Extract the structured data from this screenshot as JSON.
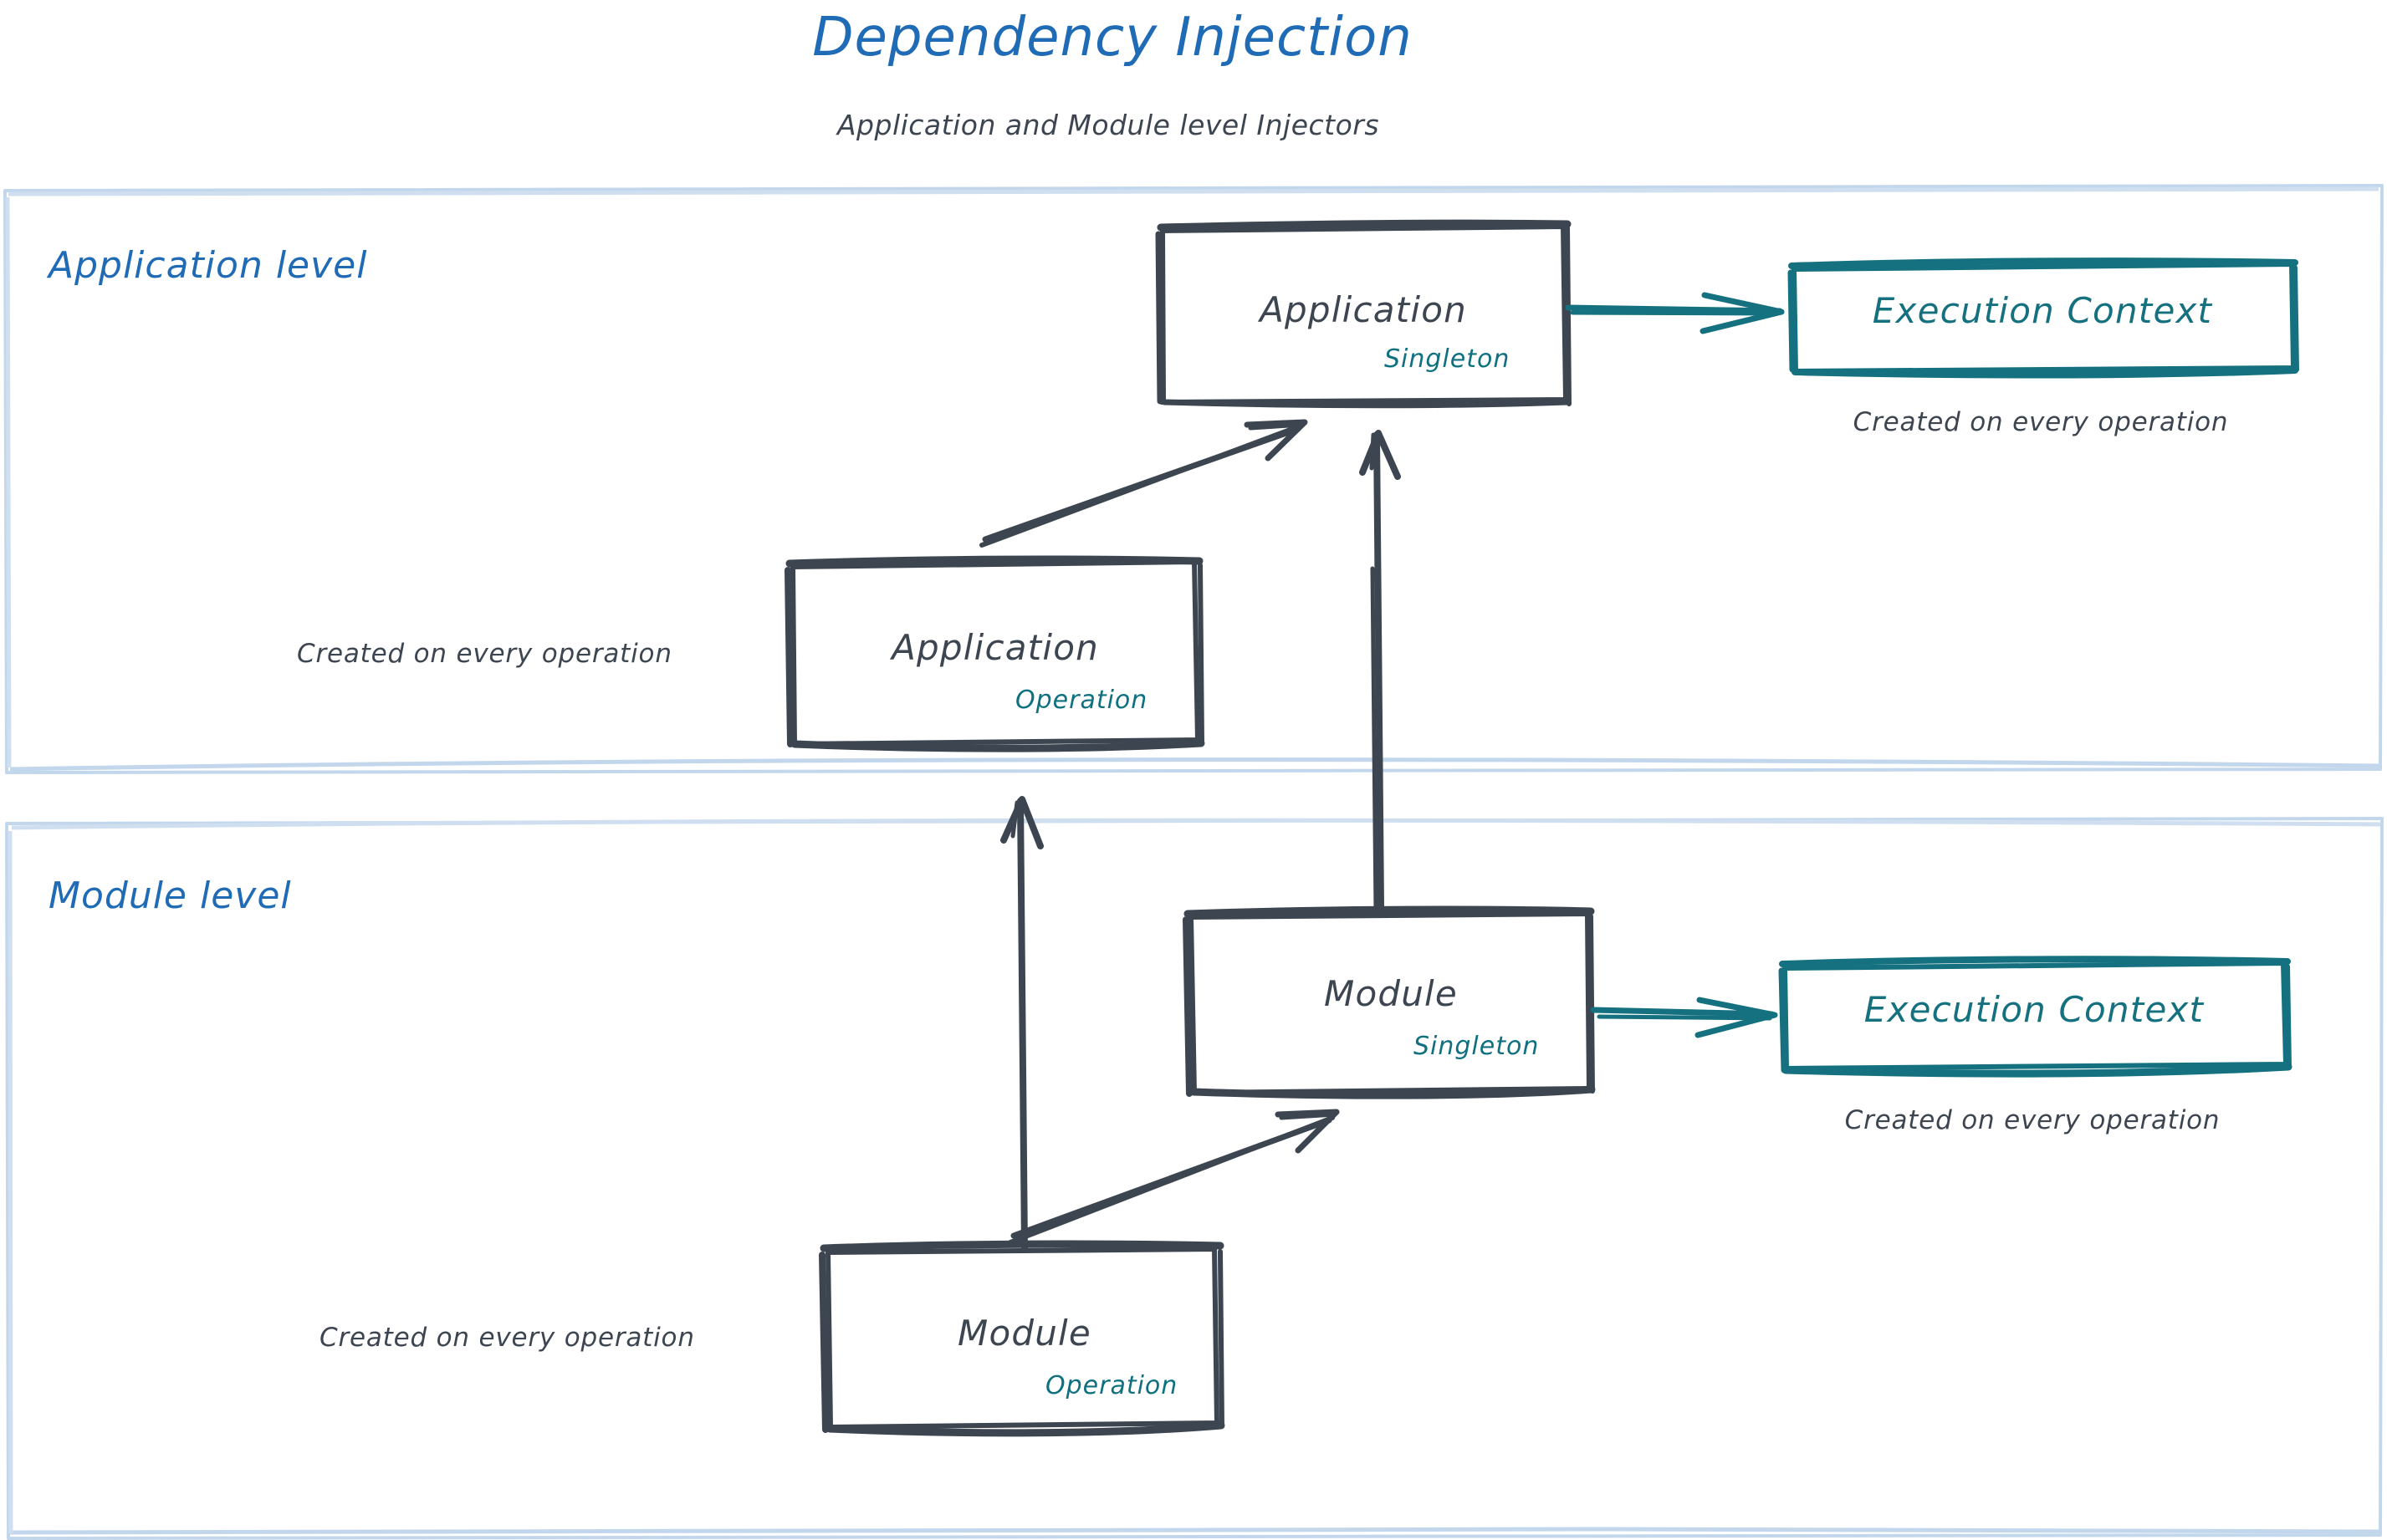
{
  "header": {
    "title": "Dependency Injection",
    "subtitle": "Application and Module level Injectors"
  },
  "colors": {
    "title_blue": "#1f6bb5",
    "panel_border": "#c3d7ec",
    "ink_dark": "#3d4650",
    "teal": "#15717f",
    "background": "#ffffff"
  },
  "panels": [
    {
      "id": "application-level",
      "label": "Application level"
    },
    {
      "id": "module-level",
      "label": "Module level"
    }
  ],
  "nodes": {
    "application_singleton": {
      "title": "Application",
      "scope": "Singleton"
    },
    "application_operation": {
      "title": "Application",
      "scope": "Operation"
    },
    "module_singleton": {
      "title": "Module",
      "scope": "Singleton"
    },
    "module_operation": {
      "title": "Module",
      "scope": "Operation"
    },
    "app_execution_context": {
      "title": "Execution Context"
    },
    "module_execution_context": {
      "title": "Execution Context"
    }
  },
  "notes": {
    "app_context_note": "Created on every operation",
    "app_operation_note": "Created on every operation",
    "module_context_note": "Created on every operation",
    "module_operation_note": "Created on every operation"
  },
  "edges": [
    {
      "id": "app-singleton-to-app-context",
      "from": "application_singleton",
      "to": "app_execution_context",
      "style": "teal-arrow"
    },
    {
      "id": "app-operation-to-app-singleton",
      "from": "application_operation",
      "to": "application_singleton",
      "style": "dark-arrow"
    },
    {
      "id": "module-singleton-to-app-singleton",
      "from": "module_singleton",
      "to": "application_singleton",
      "style": "dark-arrow"
    },
    {
      "id": "module-singleton-to-module-context",
      "from": "module_singleton",
      "to": "module_execution_context",
      "style": "teal-arrow"
    },
    {
      "id": "module-operation-to-module-singleton",
      "from": "module_operation",
      "to": "module_singleton",
      "style": "dark-arrow"
    },
    {
      "id": "module-operation-to-app-operation",
      "from": "module_operation",
      "to": "application_operation",
      "style": "dark-arrow"
    }
  ]
}
